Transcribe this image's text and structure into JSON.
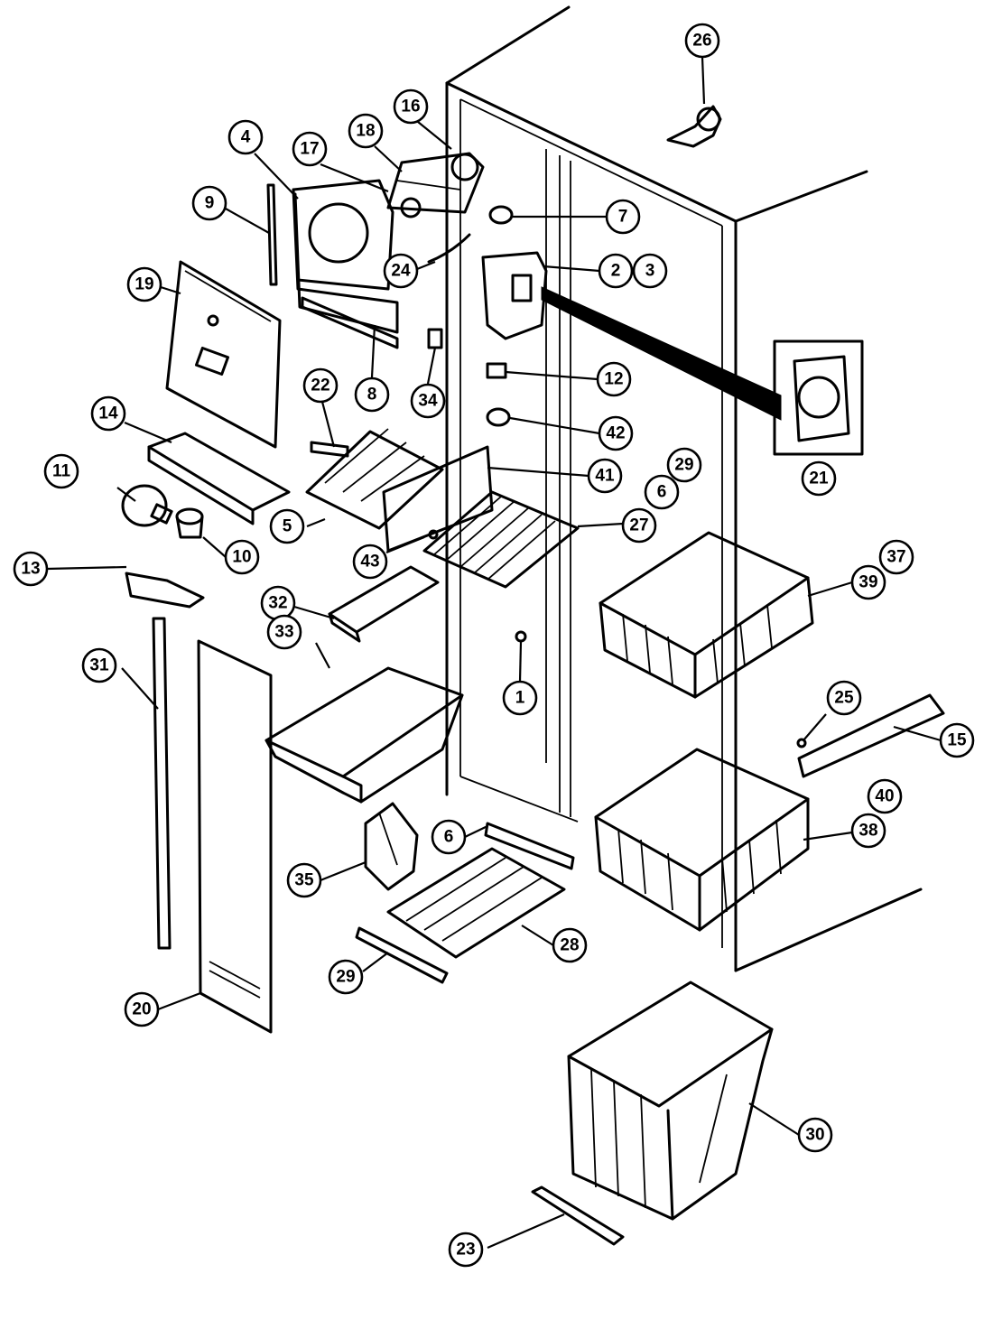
{
  "callouts": [
    {
      "label": "26"
    },
    {
      "label": "16"
    },
    {
      "label": "18"
    },
    {
      "label": "17"
    },
    {
      "label": "4"
    },
    {
      "label": "9"
    },
    {
      "label": "7"
    },
    {
      "label": "2"
    },
    {
      "label": "3"
    },
    {
      "label": "24"
    },
    {
      "label": "19"
    },
    {
      "label": "8"
    },
    {
      "label": "34"
    },
    {
      "label": "12"
    },
    {
      "label": "22"
    },
    {
      "label": "42"
    },
    {
      "label": "14"
    },
    {
      "label": "41"
    },
    {
      "label": "29"
    },
    {
      "label": "6"
    },
    {
      "label": "21"
    },
    {
      "label": "11"
    },
    {
      "label": "5"
    },
    {
      "label": "27"
    },
    {
      "label": "10"
    },
    {
      "label": "43"
    },
    {
      "label": "13"
    },
    {
      "label": "39"
    },
    {
      "label": "37"
    },
    {
      "label": "32"
    },
    {
      "label": "33"
    },
    {
      "label": "31"
    },
    {
      "label": "1"
    },
    {
      "label": "25"
    },
    {
      "label": "15"
    },
    {
      "label": "40"
    },
    {
      "label": "6"
    },
    {
      "label": "38"
    },
    {
      "label": "35"
    },
    {
      "label": "28"
    },
    {
      "label": "29"
    },
    {
      "label": "20"
    },
    {
      "label": "30"
    },
    {
      "label": "23"
    }
  ]
}
